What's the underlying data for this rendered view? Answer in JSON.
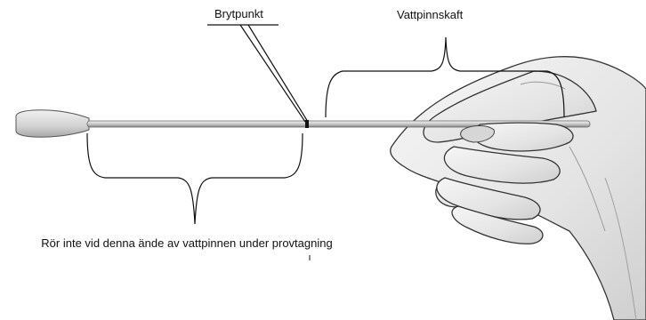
{
  "labels": {
    "break_point": "Brytpunkt",
    "swab_shaft": "Vattpinnskaft",
    "do_not_touch": "Rör inte vid denna ände av vattpinnen under provtagning"
  },
  "colors": {
    "stroke": "#111111",
    "tip": "#d9d9d9",
    "hand": "#e8e8e8",
    "hand_shadow": "#b5b5b5",
    "shaft": "#cfcfcf"
  }
}
